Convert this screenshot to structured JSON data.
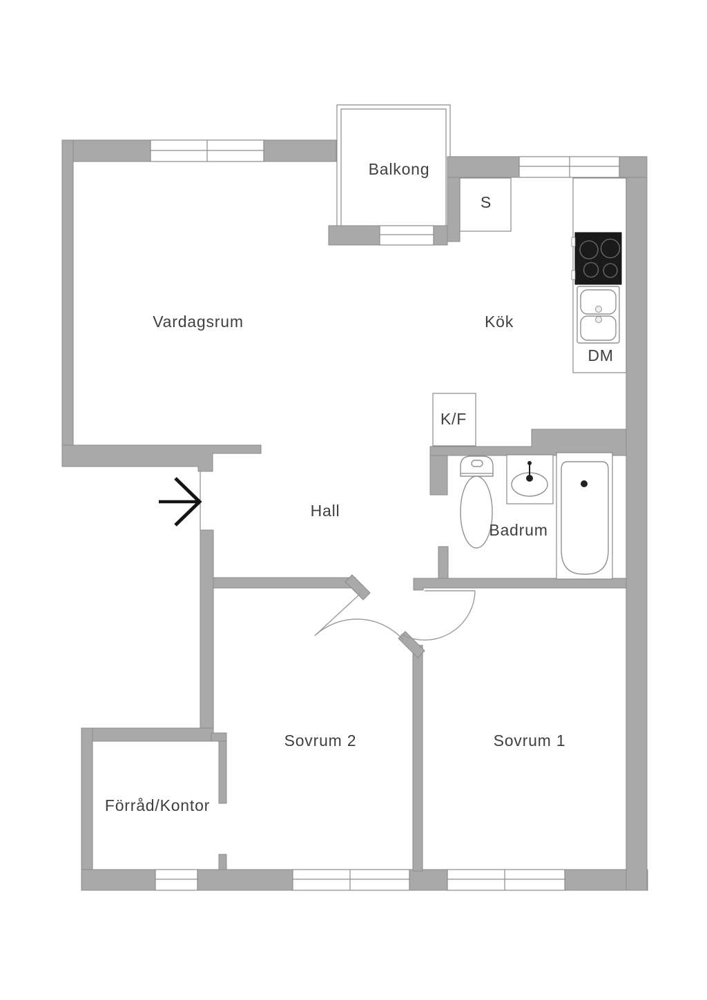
{
  "plan_title": "2-room apartment floor plan",
  "rooms": {
    "balkong": "Balkong",
    "s_closet": "S",
    "vardagsrum": "Vardagsrum",
    "kok": "Kök",
    "dm": "DM",
    "kf": "K/F",
    "hall": "Hall",
    "badrum": "Badrum",
    "sovrum2": "Sovrum 2",
    "sovrum1": "Sovrum 1",
    "forrad": "Förråd/Kontor"
  },
  "fixtures": {
    "cooktop": "stove-cooktop-4-burners",
    "sink": "kitchen-double-sink",
    "toilet": "toilet",
    "washbasin": "washbasin",
    "bathtub": "bathtub",
    "entrance": "entrance-arrow"
  },
  "doors": {
    "entrance_opening": "left-wall-entrance",
    "sovrum2_door": "swing-door",
    "sovrum1_door": "swing-door",
    "badrum_opening": "open-doorway",
    "forrad_opening": "open-doorway"
  },
  "windows": {
    "count": 6,
    "locations": [
      "vardagsrum-top",
      "kok-top",
      "balkong-door",
      "forrad-bottom",
      "sovrum2-bottom",
      "sovrum1-bottom"
    ]
  },
  "colors": {
    "wall": "#a9a9a9",
    "wall_outline": "#8a8a8a",
    "background": "#ffffff",
    "stove": "#1a1a1a",
    "text": "#3f3f3f"
  }
}
